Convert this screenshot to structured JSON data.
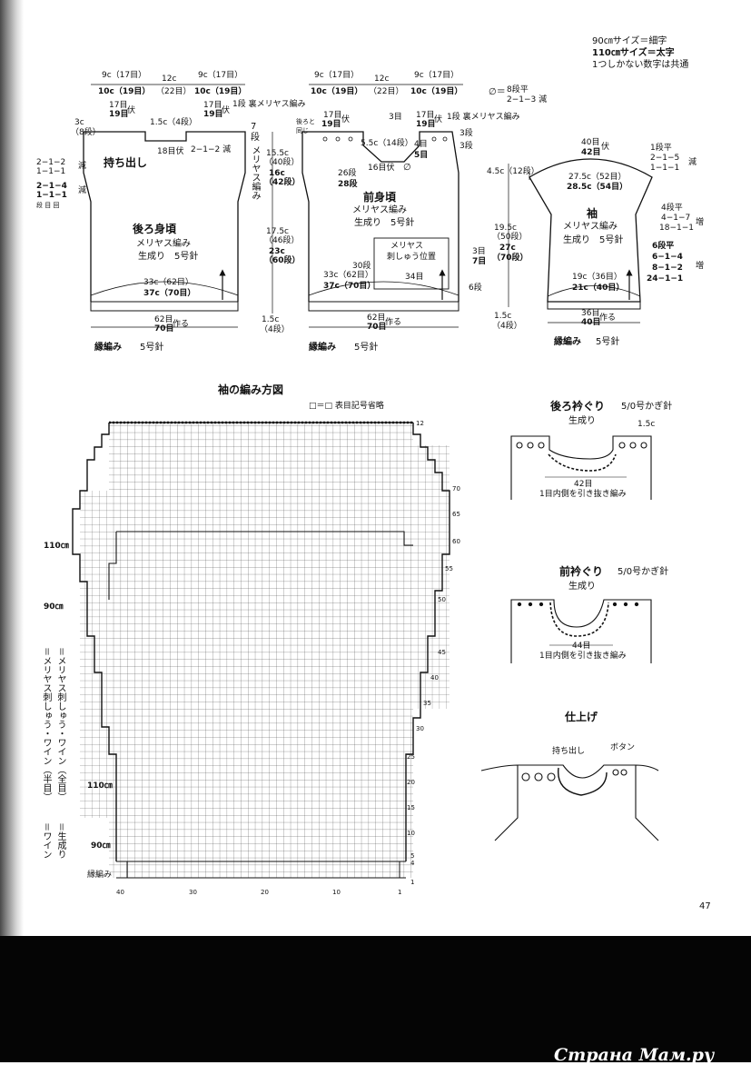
{
  "size_legend": {
    "line1": "90㎝サイズ＝細字",
    "line2": "110㎝サイズ＝太字",
    "line3": "1つしかない数字は共通"
  },
  "page_number": "47",
  "watermark": "Страна Мам.ру",
  "back": {
    "title": "後ろ身頃",
    "stitch": "メリヤス編み",
    "yarn": "生成り　5号針",
    "holder": "持ち出し",
    "top_left_a": "9c（17目）",
    "top_left_b": "10c（19目）",
    "top_mid_a": "12c",
    "top_mid_b": "（22目）",
    "top_right_a": "9c（17目）",
    "top_right_b": "10c（19目）",
    "sh_left_a": "17目",
    "sh_left_b": "19目",
    "bind_l": "伏",
    "neck_a": "1.5c（4段）",
    "sh_right_a": "17目",
    "sh_right_b": "19目",
    "bind_r": "伏",
    "row1": "1段 裏メリヤス編み",
    "left_3c": "3c",
    "left_8": "（8段）",
    "neck_b": "18目伏",
    "neck_dec": "2−1−2 減",
    "seven": "7",
    "dan": "段",
    "dec1_a": "2−1−2",
    "dec1_b": "1−1−1",
    "gen1": "減",
    "dec2_a": "2−1−4",
    "dec2_b": "1−1−1",
    "dec2_c": "段 目 回",
    "gen2": "減",
    "vert": "メリヤス編み",
    "w_a": "33c（62目）",
    "w_b": "37c（70目）",
    "cast_a": "62目",
    "cast_b": "70目",
    "cast_c": "作る",
    "rib": "縁編み",
    "rib_needle": "5号針"
  },
  "mid": {
    "h1_a": "15.5c",
    "h1_b": "（40段）",
    "h1_c": "16c",
    "h1_d": "（42段）",
    "h2_a": "17.5c",
    "h2_b": "（46段）",
    "h2_c": "23c",
    "h2_d": "（60段）",
    "h3_a": "1.5c",
    "h3_b": "（4段）"
  },
  "front": {
    "title": "前身頃",
    "stitch": "メリヤス編み",
    "yarn": "生成り　5号針",
    "top_left_a": "9c（17目）",
    "top_left_b": "10c（19目）",
    "top_mid_a": "12c",
    "top_mid_b": "（22目）",
    "top_right_a": "9c（17目）",
    "top_right_b": "10c（19目）",
    "sh_left_a": "17目",
    "sh_left_b": "19目",
    "bind_l": "伏",
    "sew1": "後ろと",
    "sew2": "同じ",
    "three_l": "3目",
    "sh_right_a": "17目",
    "sh_right_b": "19目",
    "bind_r": "伏",
    "row1": "1段 裏メリヤス編み",
    "neck_a": "5.5c（14段）",
    "four_a": "4目",
    "four_b": "5目",
    "three_r1": "3段",
    "three_r2": "3段",
    "neck_b": "16目伏",
    "phi": "∅",
    "h_a": "26段",
    "h_b": "28段",
    "emb_a": "メリヤス",
    "emb_b": "刺しゅう位置",
    "emb_rows": "30段",
    "emb_sts": "34目",
    "emb_side_a": "3目",
    "emb_side_b": "7目",
    "emb_bottom": "6段",
    "w_a": "33c（62目）",
    "w_b": "37c（70目）",
    "cast_a": "62目",
    "cast_b": "70目",
    "cast_c": "作る",
    "rib": "縁編み",
    "rib_needle": "5号針"
  },
  "sleeve_dims": {
    "phi_a": "∅＝",
    "phi_b": "8段平",
    "phi_c": "2−1−3 減",
    "h1_a": "4.5c（12段）",
    "h2_a": "19.5c",
    "h2_b": "（50段）",
    "h2_c": "27c",
    "h2_d": "（70段）",
    "h3_a": "1.5c",
    "h3_b": "（4段）"
  },
  "sleeve": {
    "title": "袖",
    "stitch": "メリヤス編み",
    "yarn": "生成り　5号針",
    "top_a": "40目",
    "top_b": "42目",
    "top_c": "伏",
    "cap_a": "1段平",
    "cap_b": "2−1−5",
    "cap_c": "1−1−1",
    "cap_d": "減",
    "w_a": "27.5c（52目）",
    "w_b": "28.5c（54目）",
    "inc_a": "4段平",
    "inc_b": "4−1−7",
    "inc_c": "18−1−1",
    "inc_d": "増",
    "inc2_a": "6段平",
    "inc2_b": "6−1−4",
    "inc2_c": "8−1−2",
    "inc2_d": "24−1−1",
    "inc2_e": "増",
    "low_a": "19c（36目）",
    "low_b": "21c（40目）",
    "cast_a": "36目",
    "cast_b": "40目",
    "cast_c": "作る",
    "rib": "縁編み",
    "rib_needle": "5号針"
  },
  "chart": {
    "title": "袖の編み方図",
    "note": "□＝□ 表目記号省略",
    "size110a": "110㎝",
    "size90a": "90㎝",
    "size110b": "110㎝",
    "size90b": "90㎝",
    "rib": "縁編み",
    "row_labels": [
      "1",
      "4",
      "5",
      "10",
      "15",
      "20",
      "25",
      "30",
      "35",
      "40",
      "45",
      "50",
      "55",
      "60",
      "65",
      "70",
      "12"
    ],
    "col_labels": [
      "40",
      "30",
      "20",
      "10",
      "1"
    ],
    "legend_1": "＝メリヤス刺しゅう・ワイン（全目）",
    "legend_2": "＝メリヤス刺しゅう・ワイン（半目）",
    "legend_3": "＝生成り",
    "legend_4": "＝ワイン"
  },
  "back_neck": {
    "title": "後ろ衿ぐり",
    "hook": "5/0号かぎ針",
    "yarn": "生成り",
    "dim": "1.5c",
    "count": "42目",
    "note": "1目内側を引き抜き編み"
  },
  "front_neck": {
    "title": "前衿ぐり",
    "hook": "5/0号かぎ針",
    "yarn": "生成り",
    "count": "44目",
    "note": "1目内側を引き抜き編み"
  },
  "finish": {
    "title": "仕上げ",
    "holder": "持ち出し",
    "button": "ボタン"
  }
}
